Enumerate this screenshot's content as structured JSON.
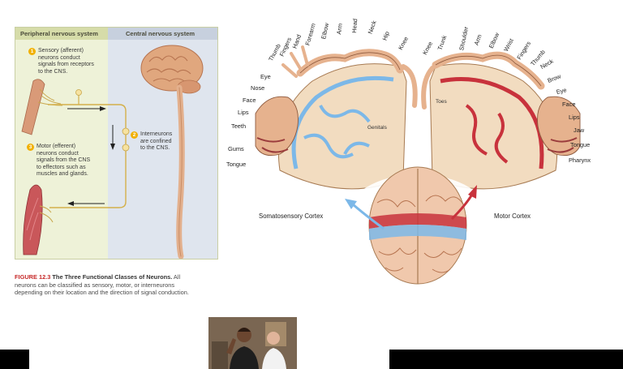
{
  "figure": {
    "pns_header": "Peripheral nervous system",
    "cns_header": "Central nervous system",
    "sensory": {
      "num": "1",
      "line1": "Sensory (afferent)",
      "line2": "neurons conduct",
      "line3": "signals from receptors",
      "line4": "to the CNS."
    },
    "interneurons": {
      "num": "2",
      "line1": "Interneurons",
      "line2": "are confined",
      "line3": "to the CNS."
    },
    "motor": {
      "num": "3",
      "line1": "Motor (efferent)",
      "line2": "neurons conduct",
      "line3": "signals from the CNS",
      "line4": "to effectors such as",
      "line5": "muscles and glands."
    }
  },
  "caption": {
    "label": "FIGURE 12.3",
    "title": "The Three Functional Classes of Neurons.",
    "line1_rest": "All",
    "line2": "neurons can be classified as sensory, motor, or interneurons",
    "line3": "depending on their location and the direction of signal conduction."
  },
  "homunculus": {
    "sensory_left": [
      "Eye",
      "Nose",
      "Face",
      "Lips",
      "Teeth",
      "Gums",
      "Tongue"
    ],
    "sensory_top": [
      "Thumb",
      "Fingers",
      "Hand",
      "Forearm",
      "Elbow",
      "Arm",
      "Head",
      "Neck",
      "Hip",
      "Knee"
    ],
    "motor_top": [
      "Knee",
      "Trunk",
      "Shoulder",
      "Arm",
      "Elbow",
      "Wrist",
      "Fingers",
      "Thumb"
    ],
    "motor_right": [
      "Neck",
      "Brow",
      "Eye",
      "Face",
      "Lips",
      "Jaw",
      "Tongue",
      "Pharynx"
    ],
    "genitals": "Genitals",
    "toes": "Toes",
    "somatosensory_cortex": "Somatosensory Cortex",
    "motor_cortex": "Motor Cortex"
  },
  "colors": {
    "sensory_blue": "#7cb8e8",
    "motor_red": "#c8323c",
    "brain_tan": "#f2dcc0",
    "caption_red": "#c62828",
    "step_badge": "#f1b000"
  }
}
